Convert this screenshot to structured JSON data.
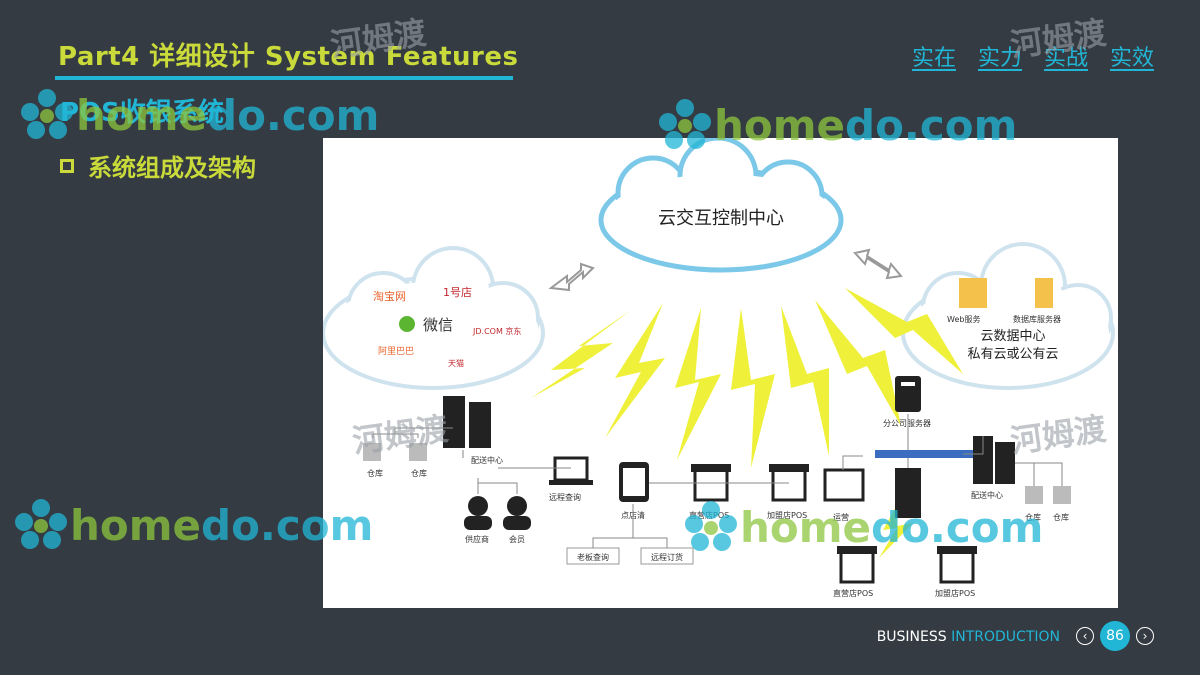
{
  "header": {
    "title": "Part4 详细设计 System Features",
    "nav": [
      "实在",
      "实力",
      "实战",
      "实效"
    ]
  },
  "section": {
    "subtitle": "POS收银系统",
    "bullet": "系统组成及架构"
  },
  "diagram": {
    "cloud_center": "云交互控制中心",
    "left_cloud": [
      "淘宝网",
      "1号店",
      "微信",
      "JD.COM 京东",
      "阿里巴巴",
      "天猫"
    ],
    "right_cloud": {
      "servers": [
        "Web服务",
        "数据库服务器"
      ],
      "line1": "云数据中心",
      "line2": "私有云或公有云"
    },
    "left_nodes": {
      "warehouse": "仓库",
      "distribution": "配送中心",
      "remote_query": "远程查询",
      "supplier": "供应商",
      "member": "会员",
      "store_manager": "点店清",
      "direct_pos": "直营店POS",
      "franchise_pos": "加盟店POS",
      "boss_query": "老板查询",
      "remote_order": "远程订货"
    },
    "right_nodes": {
      "branch_server": "分公司服务器",
      "distribution": "配送中心",
      "warehouse": "仓库",
      "pos_terminal": "运营",
      "direct_pos": "直营店POS",
      "franchise_pos": "加盟店POS"
    }
  },
  "footer": {
    "word1": "BUSINESS",
    "word2": "INTRODUCTION",
    "page": "86",
    "prev": "‹",
    "next": "›"
  },
  "watermark": {
    "brand_a": "home",
    "brand_b": "do.com",
    "cn": "河姆渡"
  },
  "colors": {
    "background": "#343b42",
    "accent_green": "#c9da3a",
    "accent_blue": "#21b6d6",
    "bolt": "#eef03a"
  }
}
